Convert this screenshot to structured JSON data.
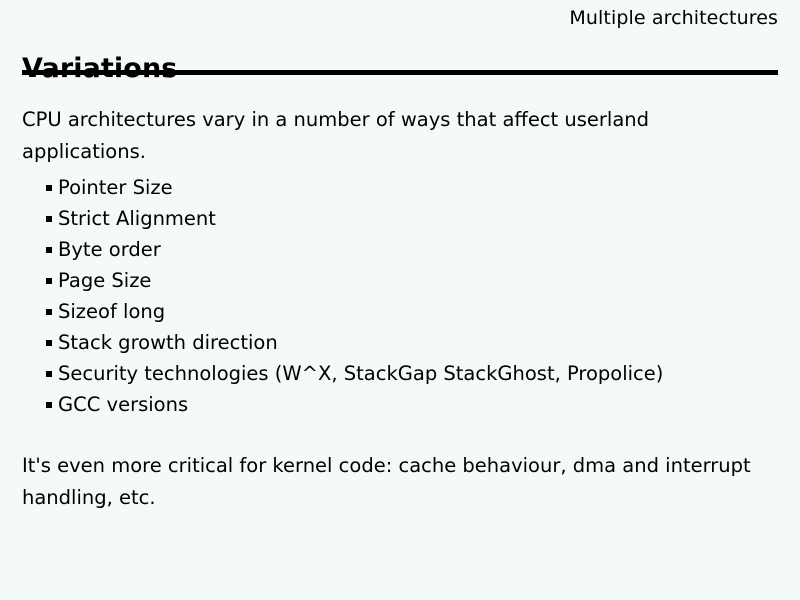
{
  "slide": {
    "kicker": "Multiple architectures",
    "title": "Variations",
    "lead_paragraph": "CPU architectures vary in a number of ways that affect userland applications.",
    "bullets": [
      {
        "label": "Pointer Size"
      },
      {
        "label": "Strict Alignment"
      },
      {
        "label": "Byte order"
      },
      {
        "label": "Page Size"
      },
      {
        "label": "Sizeof long"
      },
      {
        "label": "Stack growth direction"
      },
      {
        "label": "Security technologies (W^X, StackGap StackGhost, Propolice)"
      },
      {
        "label": "GCC versions"
      }
    ],
    "closing_paragraph": "It's even more critical for kernel code: cache behaviour, dma and interrupt handling, etc."
  },
  "colors": {
    "background": "#f4faf6",
    "text": "#000000",
    "rule": "#000000",
    "bullet_marker": "#000000"
  }
}
